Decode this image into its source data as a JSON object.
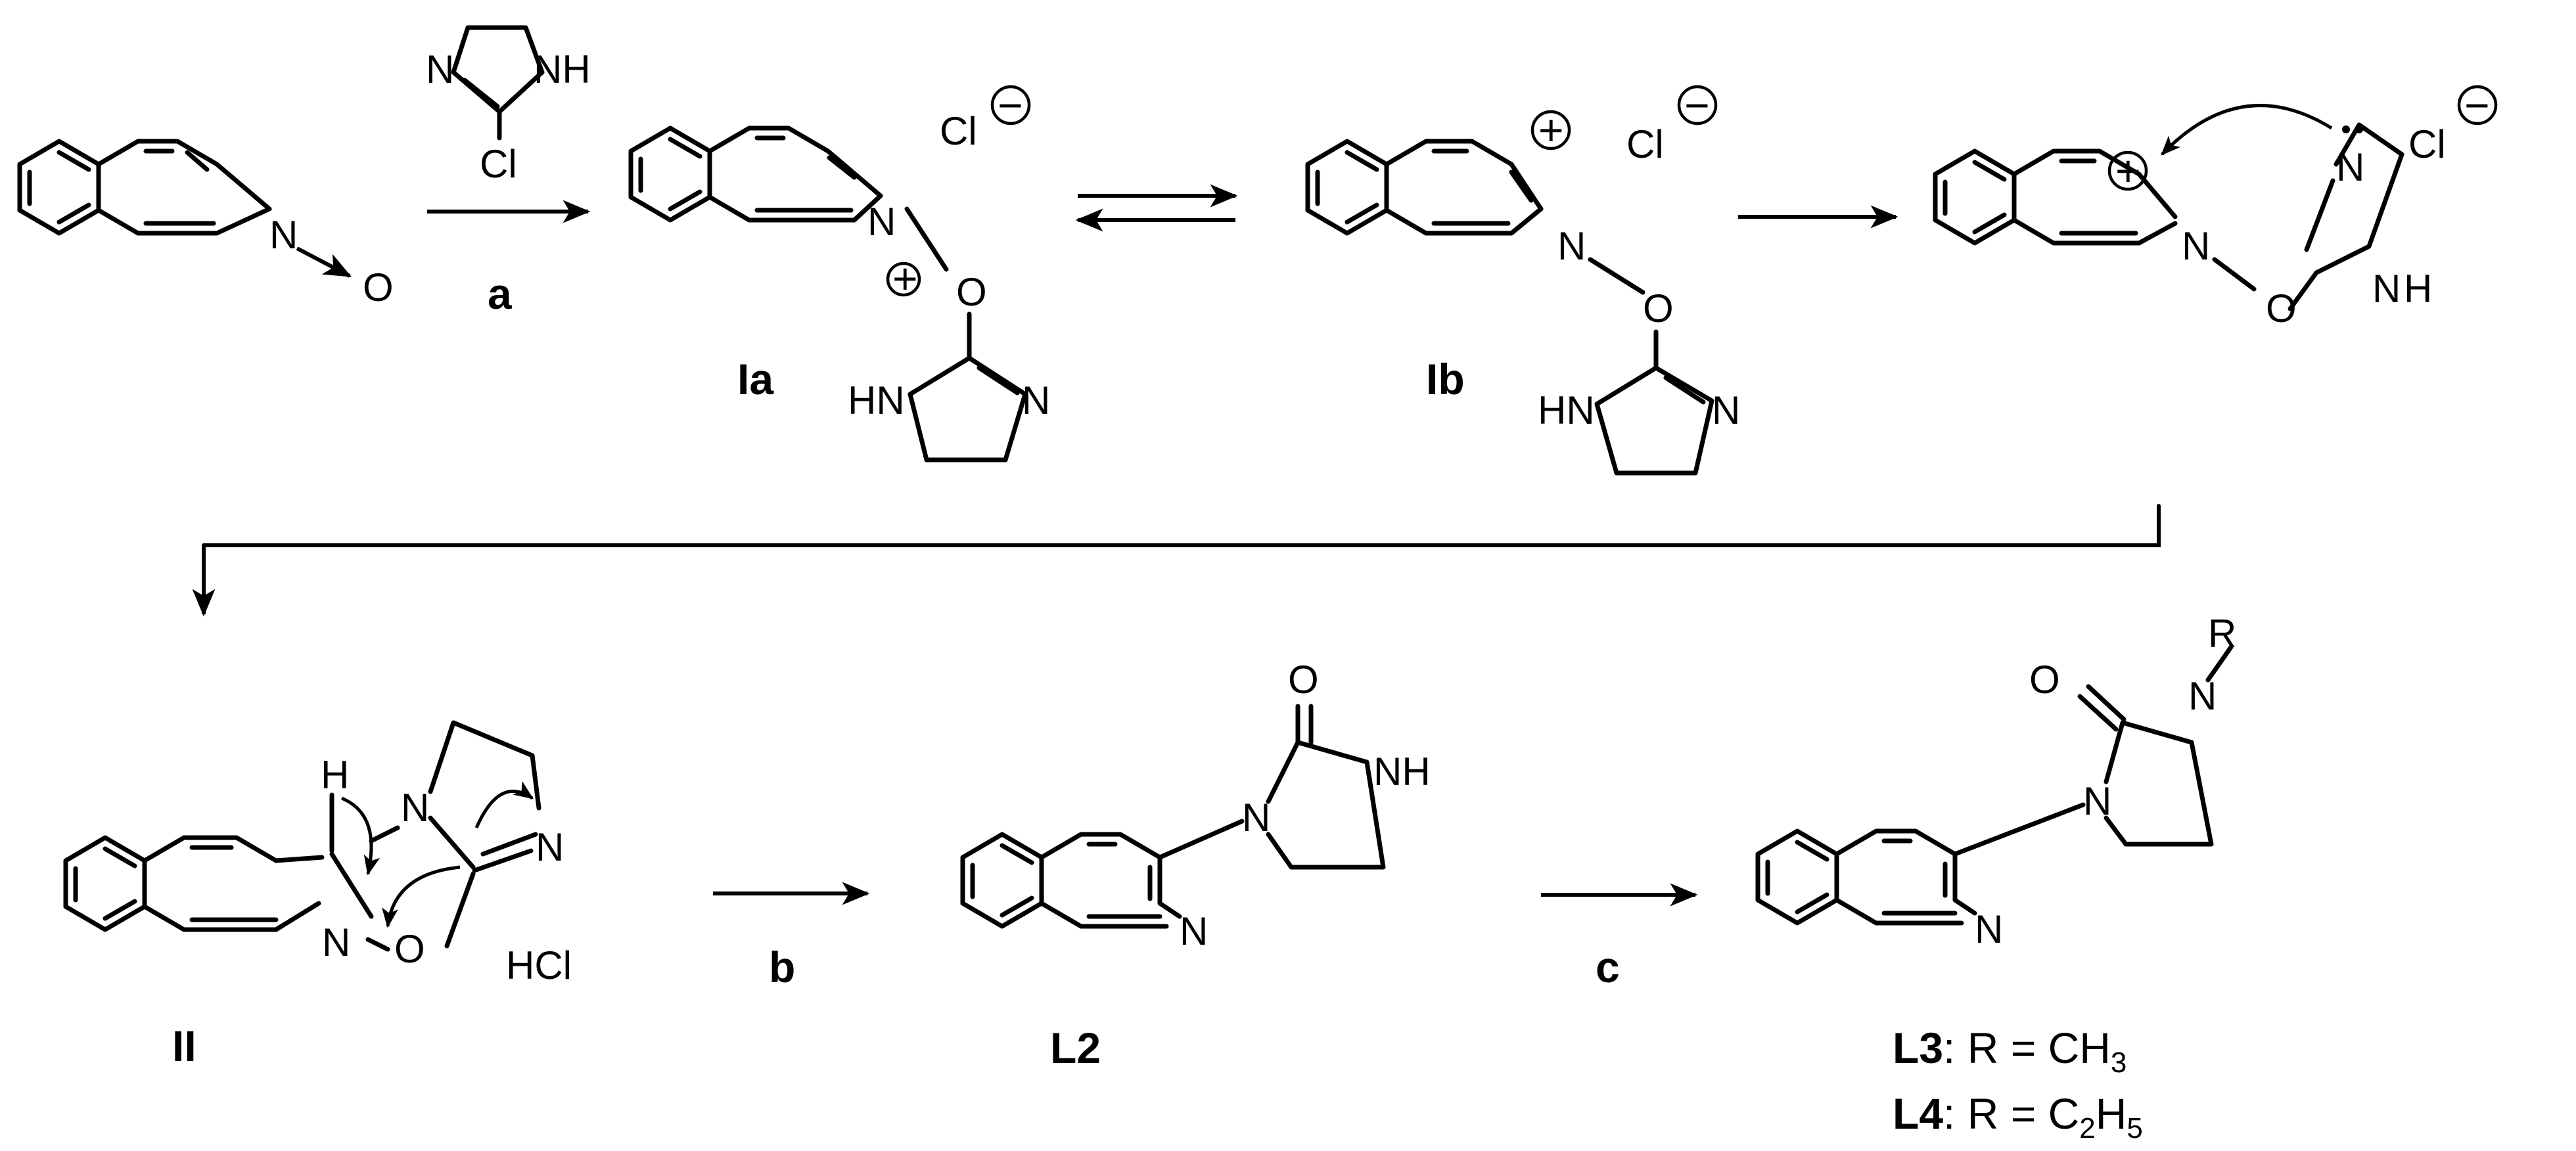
{
  "atoms": {
    "N": "N",
    "O": "O",
    "Cl": "Cl",
    "NH": "NH",
    "HN": "HN",
    "H": "H",
    "HCl": "HCl"
  },
  "charges": {
    "minus": "−",
    "plus": "+"
  },
  "reagents": {
    "a": "a",
    "b": "b",
    "c": "c"
  },
  "labels": {
    "Ia": "Ia",
    "Ib": "Ib",
    "II": "II",
    "L2": "L2",
    "L3": "L3",
    "L4": "L4"
  },
  "substituents": {
    "R": "R",
    "L3_rest": ": R = CH",
    "L3_sub": "3",
    "L4_rest": ": R = C",
    "L4_sub1": "2",
    "L4_mid": "H",
    "L4_sub2": "5"
  }
}
